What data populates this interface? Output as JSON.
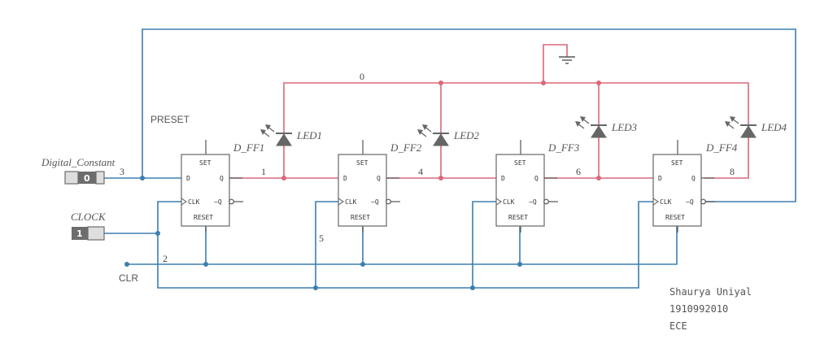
{
  "components": {
    "digital_constant": {
      "label": "Digital_Constant",
      "value": "0"
    },
    "clock": {
      "label": "CLOCK",
      "value": "1"
    },
    "preset_label": "PRESET",
    "clr_label": "CLR",
    "flip_flops": [
      {
        "label": "D_FF1",
        "set": "SET",
        "reset": "RESET",
        "d": "D",
        "q": "Q",
        "clk": "CLK",
        "nq": "~Q"
      },
      {
        "label": "D_FF2",
        "set": "SET",
        "reset": "RESET",
        "d": "D",
        "q": "Q",
        "clk": "CLK",
        "nq": "~Q"
      },
      {
        "label": "D_FF3",
        "set": "SET",
        "reset": "RESET",
        "d": "D",
        "q": "Q",
        "clk": "CLK",
        "nq": "~Q"
      },
      {
        "label": "D_FF4",
        "set": "SET",
        "reset": "RESET",
        "d": "D",
        "q": "Q",
        "clk": "CLK",
        "nq": "~Q"
      }
    ],
    "leds": [
      "LED1",
      "LED2",
      "LED3",
      "LED4"
    ]
  },
  "nets": {
    "n0": "0",
    "n1": "1",
    "n2": "2",
    "n3": "3",
    "n4": "4",
    "n5": "5",
    "n6": "6",
    "n8": "8"
  },
  "author": {
    "name": "Shaurya Uniyal",
    "id": "1910992010",
    "dept": "ECE"
  },
  "colors": {
    "wire_blue": "#3b7fb0",
    "wire_red": "#d9687a",
    "component_gray": "#666666"
  }
}
